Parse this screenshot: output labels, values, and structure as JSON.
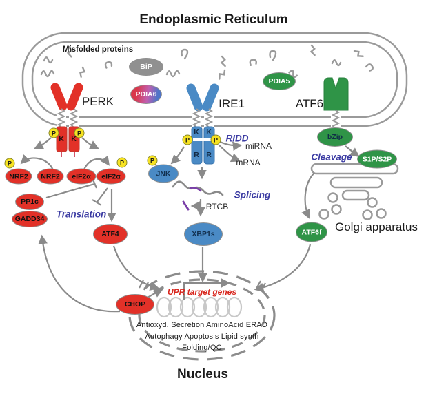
{
  "title": "Endoplasmic Reticulum",
  "er": {
    "misfolded_label": "Misfolded proteins",
    "chaperones": {
      "bip": "BiP",
      "pdia6": "PDIA6",
      "pdia5": "PDIA5"
    }
  },
  "receptors": {
    "perk": "PERK",
    "ire1": "IRE1",
    "atf6": "ATF6"
  },
  "badges": {
    "p": "P",
    "k": "K",
    "r": "R"
  },
  "perk_pathway": {
    "nrf2_p": "NRF2",
    "nrf2": "NRF2",
    "eif2a": "eIF2α",
    "eif2a_p": "eIF2α",
    "pp1c": "PP1c",
    "gadd34": "GADD34",
    "translation": "Translation",
    "atf4": "ATF4",
    "chop": "CHOP"
  },
  "ire1_pathway": {
    "jnk": "JNK",
    "ridd": "RIDD",
    "mirna": "miRNA",
    "mrna": "mRNA",
    "splicing": "Splicing",
    "rtcb": "RTCB",
    "xbp1s": "XBP1s"
  },
  "atf6_pathway": {
    "bzip": "bZip",
    "cleavage": "Cleavage",
    "s1p_s2p": "S1P/S2P",
    "atf6f": "ATF6f",
    "golgi": "Golgi apparatus"
  },
  "nucleus": {
    "label": "Nucleus",
    "upr_genes": "UPR target genes",
    "gene_line1": "Antioxyd. Secretion AminoAcid ERAD",
    "gene_line2": "Autophagy Apoptosis Lipid synth",
    "gene_line3": "Folding/QC"
  },
  "colors": {
    "red_node": "#e23128",
    "blue_node": "#4a8ac5",
    "green_node": "#2f9447",
    "yellow_badge": "#f6e222",
    "membrane_gray": "#9a9a9a",
    "arrow_gray": "#8a8a8a",
    "process_label": "#3c3ca3",
    "upr_red": "#d8261d",
    "intron_purple": "#7a3fa8"
  }
}
